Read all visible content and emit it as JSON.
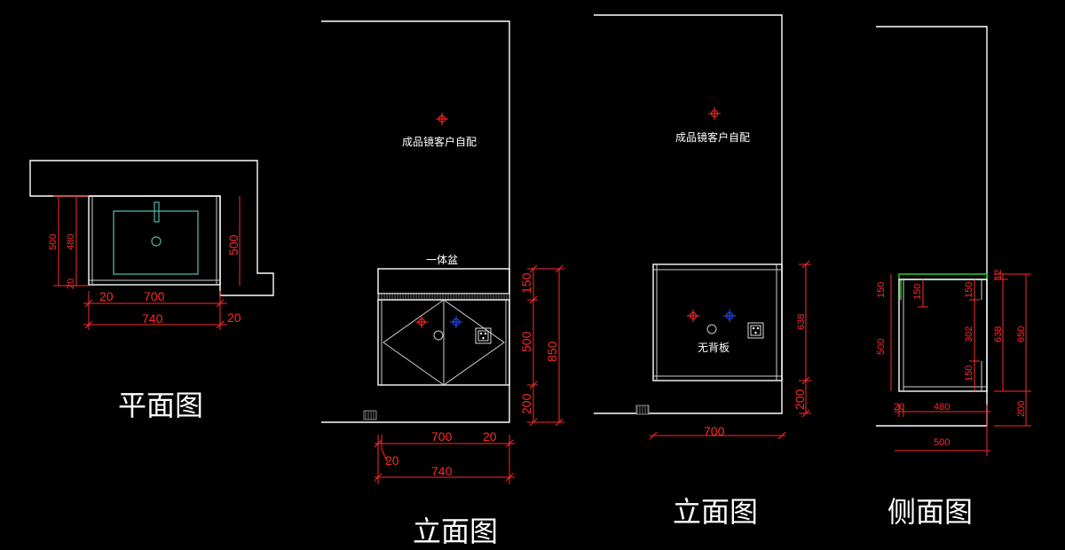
{
  "colors": {
    "background": "#000000",
    "outline": "#ffffff",
    "dimension": "#ff2a2a",
    "basin": "#4fb3a8",
    "hot_water": "#ff2a2a",
    "cold_water": "#2a4bff",
    "side_panel": "#22c22a"
  },
  "plan_view": {
    "title": "平面图",
    "dims": {
      "d500": "500",
      "d480": "480",
      "d20a": "20",
      "d20b": "20",
      "d700": "700",
      "d740": "740",
      "d20c": "20",
      "d500r": "500"
    }
  },
  "elevation_1": {
    "title": "立面图",
    "mirror_note": "成品镜客户自配",
    "basin_label": "一体盆",
    "dims": {
      "d150": "150",
      "d500": "500",
      "d200": "200",
      "d850": "850",
      "d700": "700",
      "d20a": "20",
      "d20b": "20",
      "d740": "740"
    }
  },
  "elevation_2": {
    "title": "立面图",
    "mirror_note": "成品镜客户自配",
    "no_back_label": "无背板",
    "dims": {
      "d638": "638",
      "d200": "200",
      "d700": "700"
    }
  },
  "side_view": {
    "title": "侧面图",
    "dims": {
      "d150a": "150",
      "d150b": "150",
      "d150c": "150",
      "d150d": "150",
      "d500": "500",
      "d302": "302",
      "d638": "638",
      "d650": "650",
      "d12": "12",
      "d20": "20",
      "d480": "480",
      "d200": "200",
      "d500b": "500"
    }
  }
}
